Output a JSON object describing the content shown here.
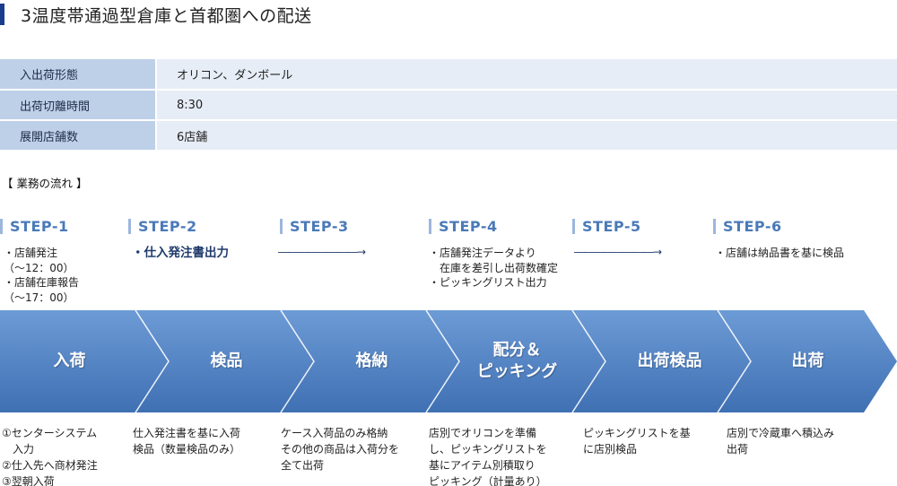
{
  "title": "3温度帯通過型倉庫と首都圏への配送",
  "spec": [
    {
      "key": "入出荷形態",
      "value": "オリコン、ダンボール"
    },
    {
      "key": "出荷切離時間",
      "value": "8:30"
    },
    {
      "key": "展開店舗数",
      "value": "6店舗"
    }
  ],
  "flow_title": "【 業務の流れ 】",
  "steps": [
    {
      "label": "STEP-1",
      "note": "・店舗発注\n（～12：00）\n・店舗在庫報告\n（～17：00）"
    },
    {
      "label": "STEP-2",
      "note": "・仕入発注書出力"
    },
    {
      "label": "STEP-3",
      "note": "――――――――→"
    },
    {
      "label": "STEP-4",
      "note": "・店舗発注データより\n　在庫を差引し出荷数確定\n・ピッキングリスト出力"
    },
    {
      "label": "STEP-5",
      "note": "――――――――→"
    },
    {
      "label": "STEP-6",
      "note": "・店舗は納品書を基に検品"
    }
  ],
  "stages": [
    {
      "label": "入荷",
      "desc": "①センターシステム\n　入力\n②仕入先へ商材発注\n③翌朝入荷"
    },
    {
      "label": "検品",
      "desc": "仕入発注書を基に入荷\n検品（数量検品のみ）"
    },
    {
      "label": "格納",
      "desc": "ケース入荷品のみ格納\nその他の商品は入荷分を\n全て出荷"
    },
    {
      "label": "配分＆\nピッキング",
      "desc": "店別でオリコンを準備\nし、ピッキングリストを\n基にアイテム別積取り\nピッキング（計量あり）"
    },
    {
      "label": "出荷検品",
      "desc": "ピッキングリストを基\nに店別検品"
    },
    {
      "label": "出荷",
      "desc": "店別で冷蔵車へ積込み\n出荷"
    }
  ],
  "colors": {
    "accent": "#1a3c8c",
    "chevron_top": "#6d9bd6",
    "chevron_bottom": "#3f70b3"
  }
}
